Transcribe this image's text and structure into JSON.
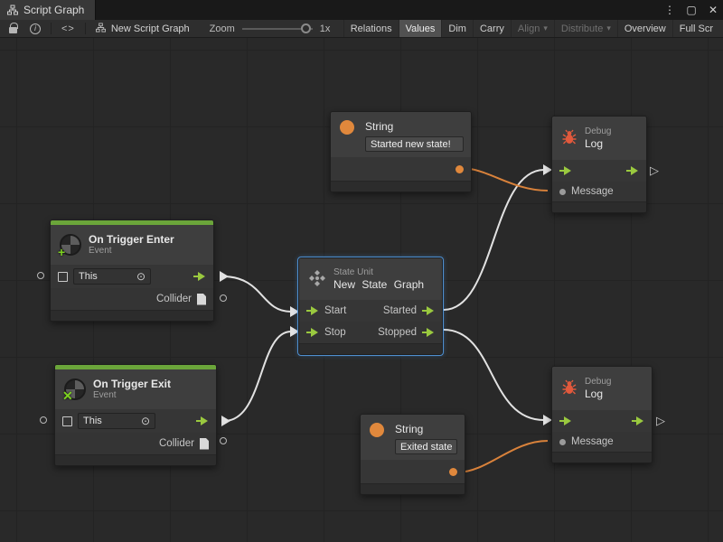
{
  "tab_bar": {
    "tab": {
      "title": "Script Graph"
    },
    "menu_icon": "⋮",
    "maximize_icon": "▢",
    "close_icon": "✕"
  },
  "toolbar": {
    "info_label": "i",
    "code_toggle": "<>",
    "graph_name": "New Script Graph",
    "zoom_label": "Zoom",
    "zoom_value": "1x",
    "buttons": [
      {
        "label": "Relations",
        "active": false,
        "disabled": false,
        "dropdown": false
      },
      {
        "label": "Values",
        "active": true,
        "disabled": false,
        "dropdown": false
      },
      {
        "label": "Dim",
        "active": false,
        "disabled": false,
        "dropdown": false
      },
      {
        "label": "Carry",
        "active": false,
        "disabled": false,
        "dropdown": false
      },
      {
        "label": "Align",
        "active": false,
        "disabled": true,
        "dropdown": true
      },
      {
        "label": "Distribute",
        "active": false,
        "disabled": true,
        "dropdown": true
      },
      {
        "label": "Overview",
        "active": false,
        "disabled": false,
        "dropdown": false
      },
      {
        "label": "Full Scr",
        "active": false,
        "disabled": false,
        "dropdown": false
      }
    ]
  },
  "nodes": {
    "string_top": {
      "title": "String",
      "value": "Started new state!"
    },
    "debug_top": {
      "category": "Debug",
      "title": "Log",
      "message_label": "Message"
    },
    "trigger_enter": {
      "title": "On Trigger Enter",
      "subtitle": "Event",
      "target_value": "This",
      "target_glyph": "⊙",
      "output_label": "Collider"
    },
    "state_unit": {
      "category": "State Unit",
      "title": "New State Graph",
      "start_label": "Start",
      "stop_label": "Stop",
      "started_label": "Started",
      "stopped_label": "Stopped"
    },
    "trigger_exit": {
      "title": "On Trigger Exit",
      "subtitle": "Event",
      "target_value": "This",
      "target_glyph": "⊙",
      "output_label": "Collider"
    },
    "string_bottom": {
      "title": "String",
      "value": "Exited state"
    },
    "debug_bottom": {
      "category": "Debug",
      "title": "Log",
      "message_label": "Message"
    }
  },
  "glyphs": {
    "hollow_triangle": "▷"
  },
  "colors": {
    "accent_green": "#9ac93f",
    "event_bar_green": "#6ba53a",
    "value_orange": "#e0883c",
    "wire_white": "#e2e2e2",
    "wire_orange": "#d9823b",
    "selection_blue": "#4e8fd0",
    "bug_red": "#e2593c"
  }
}
